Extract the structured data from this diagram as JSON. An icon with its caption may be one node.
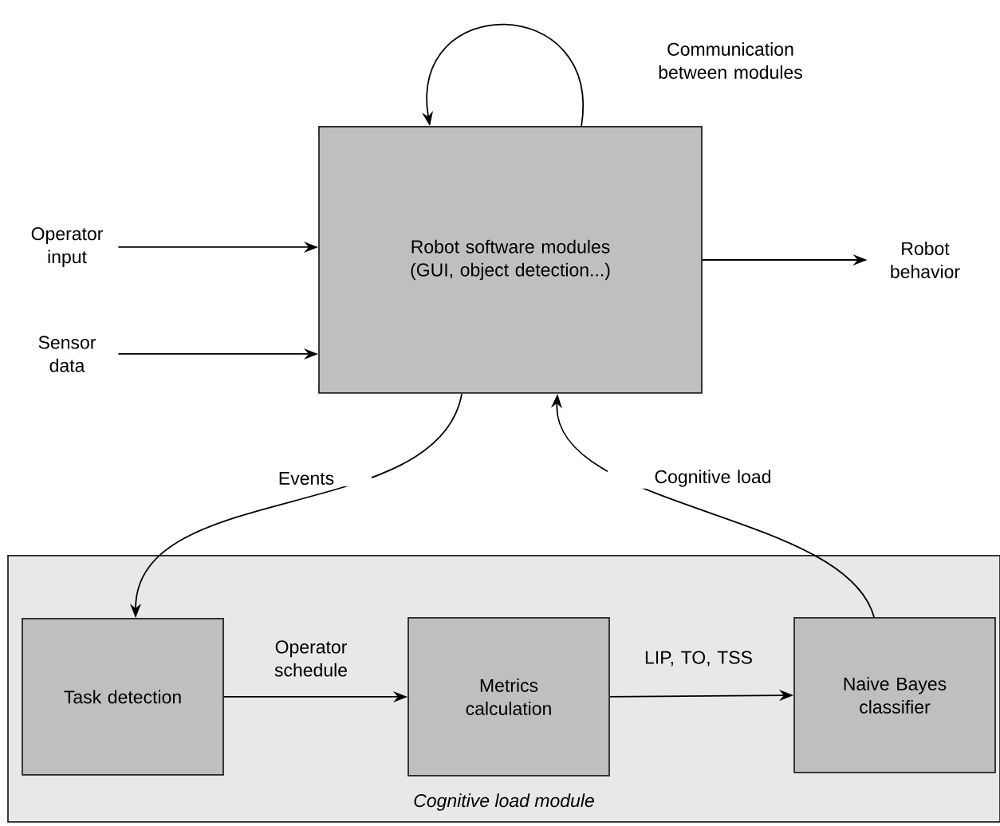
{
  "diagram": {
    "nodes": [
      {
        "text": [
          "Robot software modules (GUI, object detection...)"
        ]
      },
      {
        "text": [
          "Operator input"
        ]
      },
      {
        "text": [
          "Sensor data"
        ]
      },
      {
        "text": [
          "Robot behavior"
        ]
      },
      {
        "text": [
          "Cognitive load module"
        ]
      },
      {
        "text": [
          "Task detection"
        ],
        "in": 4
      },
      {
        "text": [
          "Metrics calculation"
        ],
        "in": 4
      },
      {
        "text": [
          "Naive Bayes classifier"
        ],
        "in": 4
      }
    ],
    "edges": [
      {
        "from": 0,
        "to": 0,
        "arrow": "to",
        "label": "Communication between modules"
      },
      {
        "from": 1,
        "to": 0,
        "arrow": "to"
      },
      {
        "from": 2,
        "to": 0,
        "arrow": "to"
      },
      {
        "from": 0,
        "to": 3,
        "arrow": "to"
      },
      {
        "from": 0,
        "to": 5,
        "arrow": "to",
        "label": "Events"
      },
      {
        "from": 7,
        "to": 0,
        "arrow": "to",
        "label": "Cognitive load"
      },
      {
        "from": 5,
        "to": 6,
        "arrow": "to",
        "label": "Operator schedule"
      },
      {
        "from": 6,
        "to": 7,
        "arrow": "to",
        "label": "LIP, TO, TSS"
      }
    ]
  }
}
